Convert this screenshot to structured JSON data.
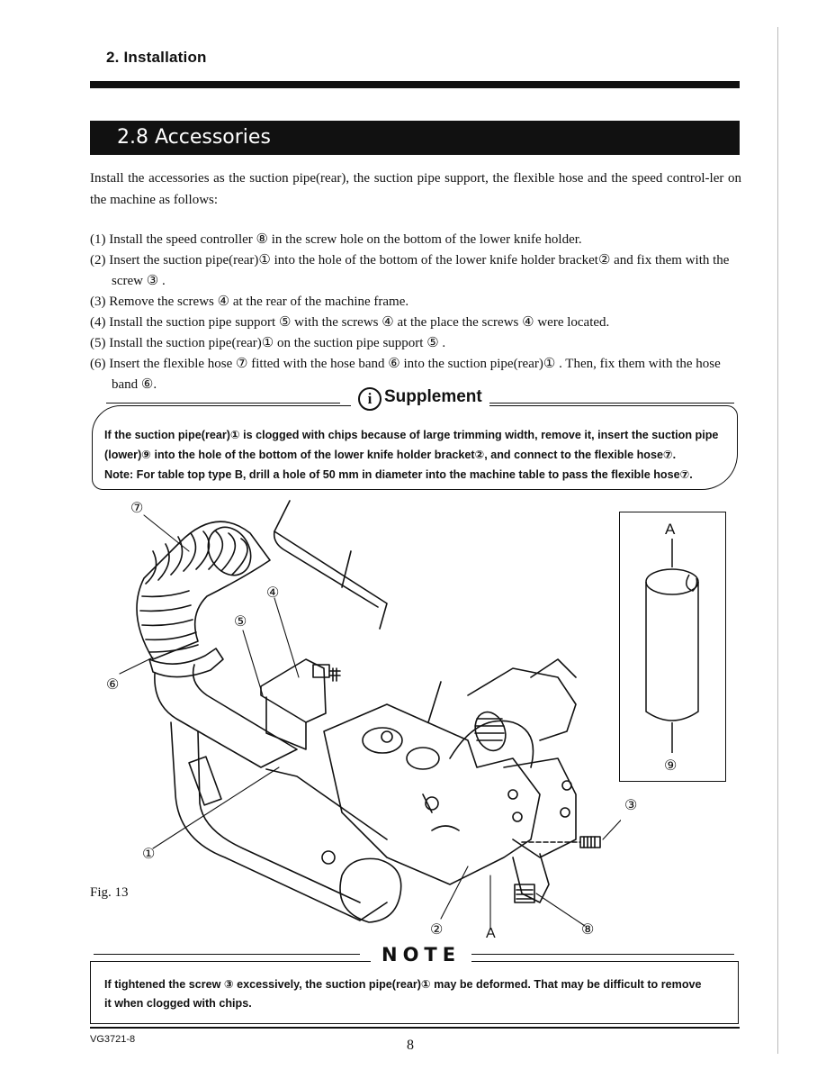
{
  "header": {
    "chapter": "2. Installation",
    "section_title": "2.8 Accessories"
  },
  "intro": "Install the accessories as the suction pipe(rear), the suction pipe support, the flexible hose and the speed control-ler on the machine as follows:",
  "steps": [
    [
      "(1) Install the speed controller ",
      "⑧",
      " in the screw hole on the bottom of the lower knife holder."
    ],
    [
      "(2) Insert the suction pipe(rear)",
      "①",
      " into the hole of the bottom of the lower knife holder bracket",
      "②",
      " and fix them with the screw ",
      "③",
      " ."
    ],
    [
      "(3) Remove the screws ",
      "④",
      " at the rear of the machine frame."
    ],
    [
      "(4) Install the suction pipe support ",
      "⑤",
      " with the screws ",
      "④",
      " at the place the screws ",
      "④",
      " were located."
    ],
    [
      "(5) Install the suction pipe(rear)",
      "①",
      " on the suction pipe support ",
      "⑤",
      " ."
    ],
    [
      "(6) Insert the flexible hose ",
      "⑦",
      " fitted with the hose band ",
      "⑥",
      " into the suction pipe(rear)",
      "①",
      " . Then, fix them with the hose band ",
      "⑥",
      "."
    ]
  ],
  "supplement": {
    "heading": "Supplement",
    "icon": "info-icon",
    "lines": [
      "If the suction pipe(rear)① is clogged with chips because of large trimming width, remove it, insert the suction pipe",
      "(lower)⑨ into the hole of the bottom of the lower knife holder bracket②, and connect to the flexible hose⑦.",
      "Note: For table top type B, drill a hole of 50 mm in diameter into the machine table to pass the flexible hose⑦."
    ]
  },
  "figure": {
    "label": "Fig. 13",
    "callouts": [
      "⑦",
      "④",
      "⑤",
      "⑥",
      "①",
      "②",
      "A",
      "⑧",
      "③"
    ],
    "inset_label_top": "A",
    "inset_label_bottom": "⑨"
  },
  "note": {
    "heading": "NOTE",
    "lines": [
      "If tightened the screw ③ excessively, the suction pipe(rear)① may be deformed. That may be difficult to remove",
      "it when clogged with chips."
    ]
  },
  "footer": {
    "doc_code": "VG3721-8",
    "page_number": "8"
  }
}
